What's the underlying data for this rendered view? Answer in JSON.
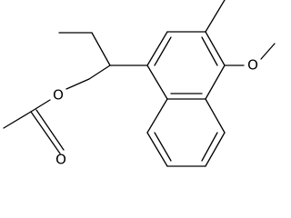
{
  "molecule": {
    "atom_labels": {
      "ester_oxygen": "O",
      "carbonyl_oxygen": "O",
      "methoxy_oxygen": "O"
    }
  }
}
